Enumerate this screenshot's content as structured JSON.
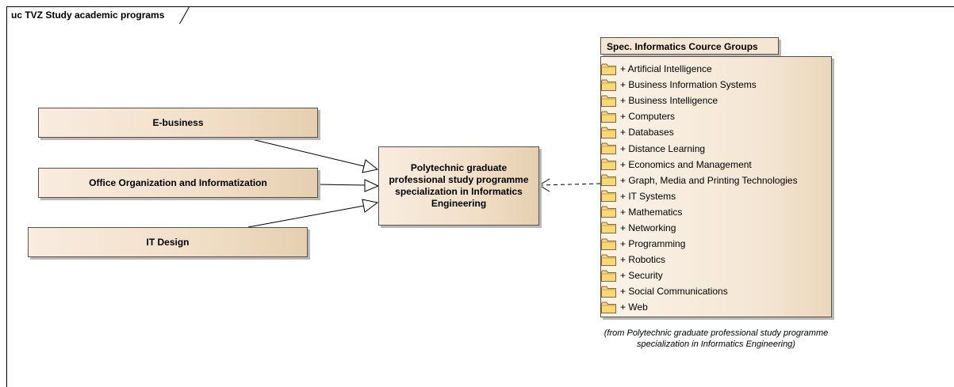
{
  "diagram": {
    "title": "uc TVZ Study academic programs"
  },
  "actors": [
    {
      "label": "E-business"
    },
    {
      "label": "Office Organization and Informatization"
    },
    {
      "label": "IT Design"
    }
  ],
  "center_box": {
    "label": "Polytechnic graduate professional study programme specialization in Informatics Engineering"
  },
  "package": {
    "name": "Spec. Informatics Cource Groups",
    "items": [
      "+ Artificial Intelligence",
      "+ Business Information Systems",
      "+ Business Intelligence",
      "+ Computers",
      "+ Databases",
      "+ Distance Learning",
      "+ Economics and Management",
      "+ Graph, Media and Printing Technologies",
      "+ IT Systems",
      "+ Mathematics",
      "+ Networking",
      "+ Programming",
      "+ Robotics",
      "+ Security",
      "+ Social Communications",
      "+ Web"
    ],
    "from_note": "(from Polytechnic graduate professional study programme specialization in Informatics Engineering)"
  },
  "colors": {
    "box_fill": "#f1dfc7",
    "border": "#5a5048",
    "folder_fill": "#f8d77a"
  }
}
